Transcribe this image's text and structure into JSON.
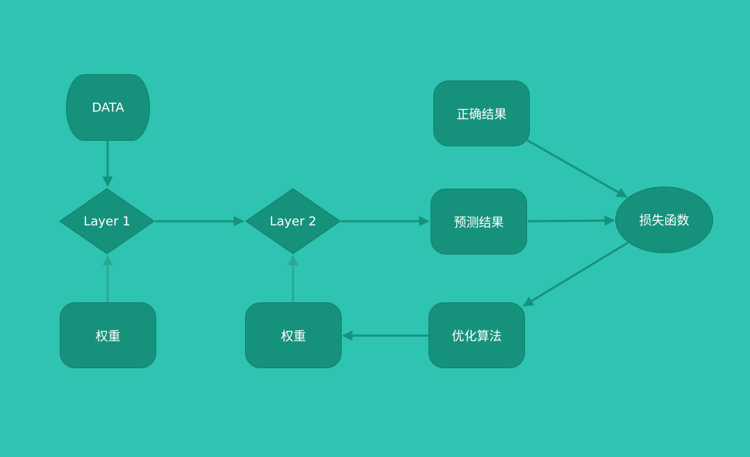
{
  "nodes": {
    "data": "DATA",
    "layer1": "Layer 1",
    "layer2": "Layer 2",
    "weight1": "权重",
    "weight2": "权重",
    "ground_truth": "正确结果",
    "prediction": "预测结果",
    "loss": "损失函数",
    "optimizer": "优化算法"
  },
  "colors": {
    "background": "#2ec4b1",
    "node_fill": "#16927c",
    "edge": "#16927c",
    "edge_faded": "#2aa893",
    "text": "#ffffff"
  }
}
